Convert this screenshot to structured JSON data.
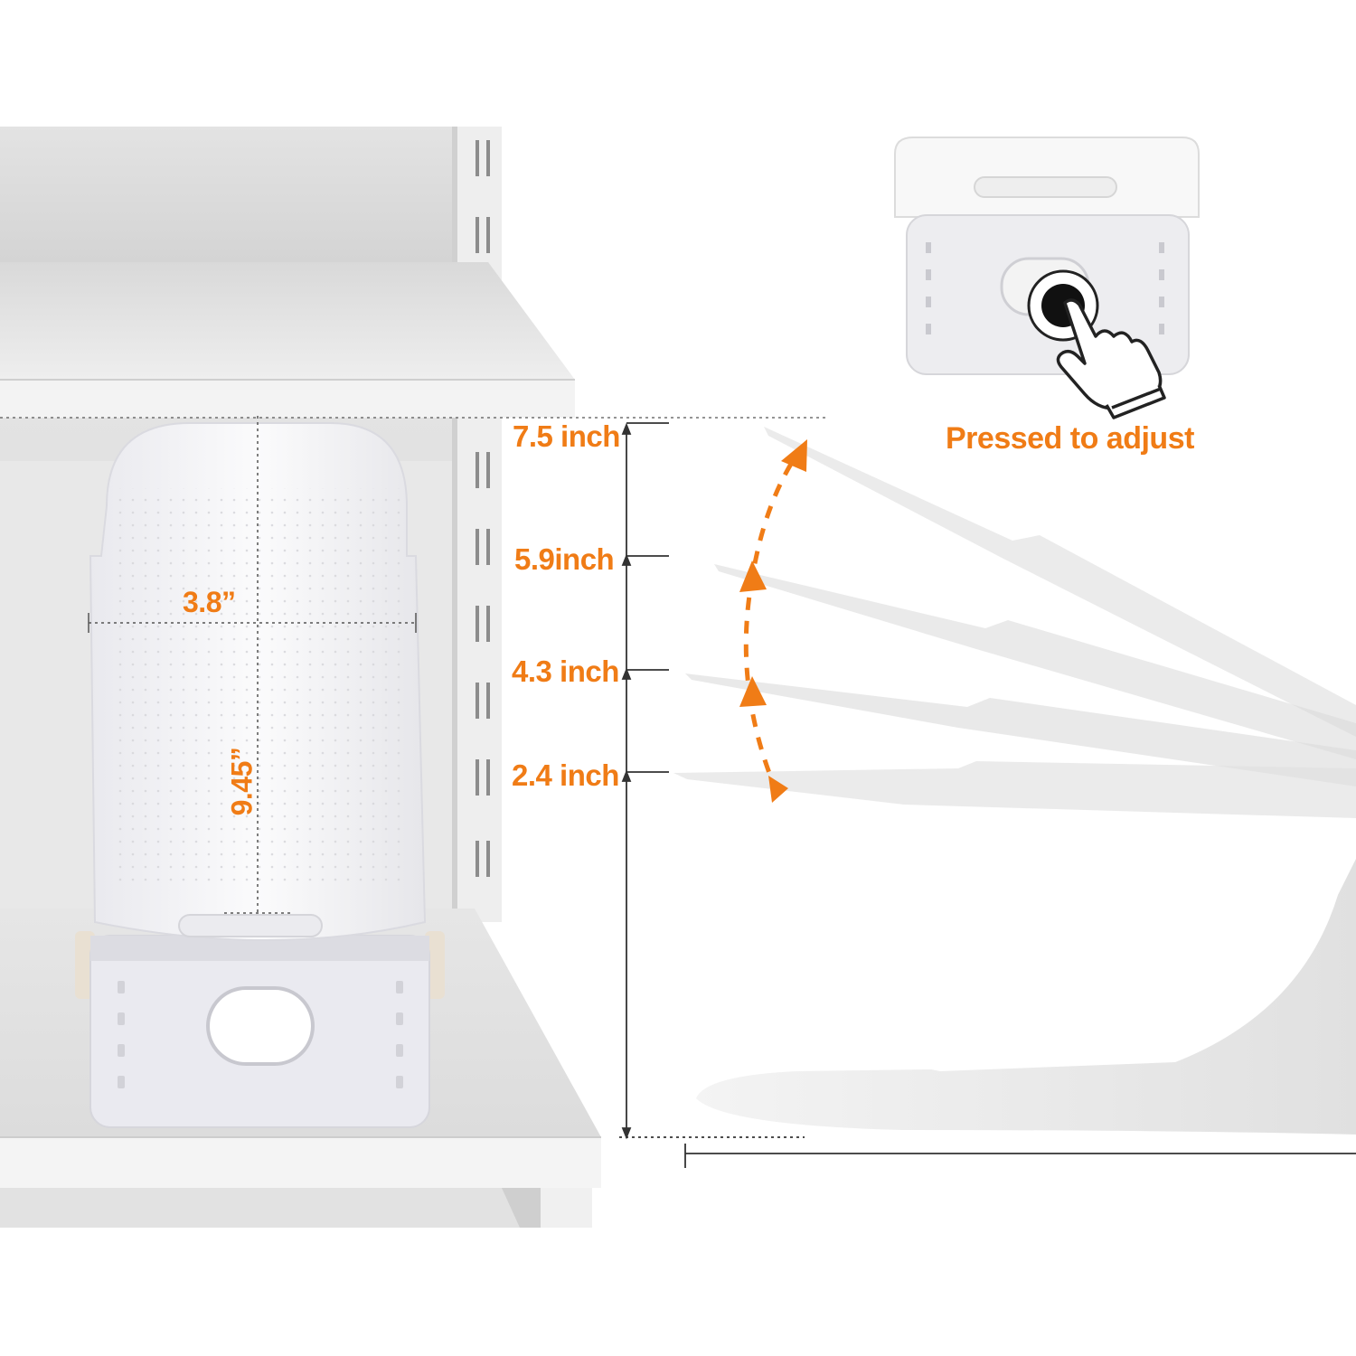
{
  "heights": {
    "h1": "7.5 inch",
    "h2": "5.9inch",
    "h3": "4.3 inch",
    "h4": "2.4 inch"
  },
  "dimensions": {
    "width": "3.8”",
    "length": "9.45”"
  },
  "caption": "Pressed to adjust",
  "colors": {
    "accent": "#f07c16",
    "shelf": "#ececec",
    "wall": "#dedede",
    "product": "#f6f6f6"
  },
  "icons": {
    "press_button": "pointing-hand-icon"
  }
}
